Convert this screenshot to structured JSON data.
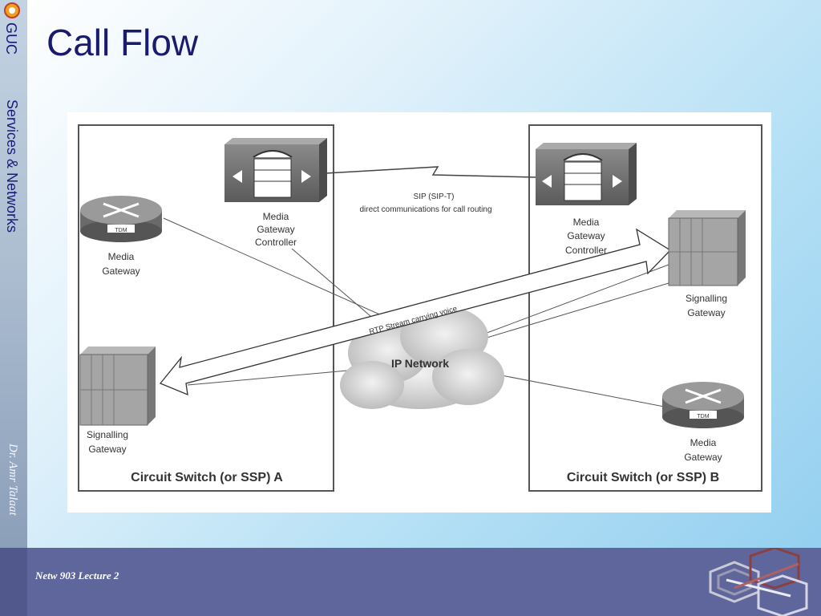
{
  "slide": {
    "title": "Call Flow",
    "logo_text": "GUC",
    "sidebar_title": "Services & Networks",
    "author": "Dr. Amr Talaat",
    "footer": "Netw 903 Lecture 2"
  },
  "diagram": {
    "label_sip_1": "SIP (SIP-T)",
    "label_sip_2": "direct communications for call routing",
    "label_rtp": "RTP Stream carrying voice",
    "cloud_label": "IP Network",
    "box_a_title": "Circuit Switch (or SSP) A",
    "box_b_title": "Circuit Switch (or SSP) B",
    "mgc_a": [
      "Media",
      "Gateway",
      "Controller"
    ],
    "mgc_b": [
      "Media",
      "Gateway",
      "Controller"
    ],
    "mg_a": [
      "Media",
      "Gateway"
    ],
    "mg_b": [
      "Media",
      "Gateway"
    ],
    "sg_a": [
      "Signalling",
      "Gateway"
    ],
    "sg_b": [
      "Signalling",
      "Gateway"
    ],
    "tdm": "TDM"
  },
  "colors": {
    "title": "#1a1a6e",
    "footer_bg": "#5f669b",
    "sidebar_text": "#1a1a7a"
  }
}
